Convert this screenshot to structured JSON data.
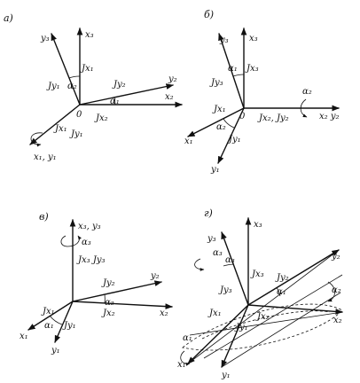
{
  "panels": {
    "a": {
      "label": "а)",
      "y3": "y₃",
      "x3": "x₃",
      "y2": "y₂",
      "x2": "x₂",
      "x1y1": "x₁, y₁",
      "Jx1": "Jx₁",
      "Jy1": "Jy₁",
      "Jy2": "Jy₂",
      "Jx2": "Jx₂",
      "jx1": "Jx₁",
      "jy1": "Jy₁",
      "alpha1": "α₁",
      "alpha2": "α₂",
      "origin": "0"
    },
    "b": {
      "label": "б)",
      "y3": "y₃",
      "x3": "x₃",
      "x1": "x₁",
      "y1": "y₁",
      "x2y2": "x₂ y₂",
      "Jx3": "Jx₃",
      "Jy3": "Jy₃",
      "Jx1": "Jx₁",
      "Jy1": "Jy₁",
      "Jx2Jy2": "Jx₂, Jy₂",
      "alpha1": "α₁",
      "alpha2": "α₂",
      "alpha2b": "α₂",
      "origin": "0"
    },
    "c": {
      "label": "в)",
      "x3y3": "x₃, y₃",
      "y2": "y₂",
      "x2": "x₂",
      "x1": "x₁",
      "y1": "y₁",
      "Jx3Jy3": "Jx₃ Jy₃",
      "Jy2": "Jy₂",
      "Jx2": "Jx₂",
      "Jx1": "Jx₁",
      "Jy1": "Jy₁",
      "alpha3": "α₃",
      "alpha2": "α₂",
      "alpha1": "α₁"
    },
    "d": {
      "label": "г)",
      "x3": "x₃",
      "y3": "y₃",
      "y2": "y₂",
      "x2": "x₂",
      "x1": "x₁",
      "y1": "y₁",
      "Jx3": "Jx₃",
      "Jy3": "Jy₃",
      "Jy2": "Jy₂",
      "Jx2": "Jx₂",
      "Jx1": "Jx₁",
      "Jy1": "Jy₁",
      "alpha3": "α₃",
      "alpha3b": "α₃",
      "alpha1": "α₁",
      "alpha1b": "α₁",
      "alpha2": "α₂"
    }
  }
}
